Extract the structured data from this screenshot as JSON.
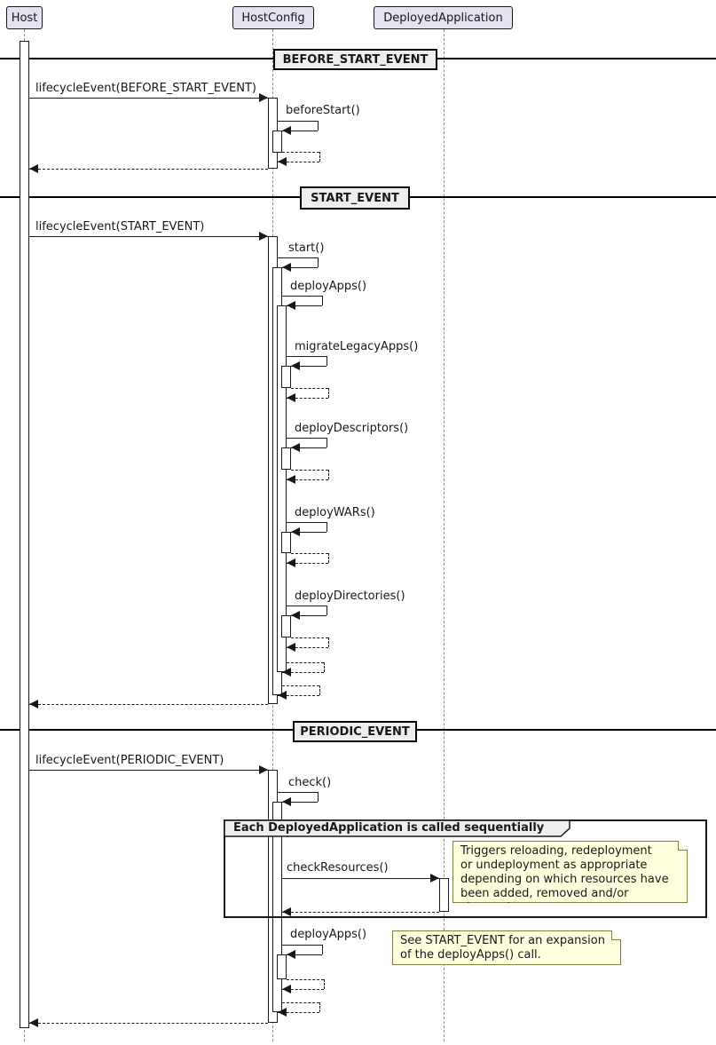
{
  "diagram": {
    "participants": [
      {
        "name": "Host"
      },
      {
        "name": "HostConfig"
      },
      {
        "name": "DeployedApplication"
      }
    ],
    "dividers": {
      "before_start": "BEFORE_START_EVENT",
      "start": "START_EVENT",
      "periodic": "PERIODIC_EVENT"
    },
    "messages": {
      "lifecycle_before_start": "lifecycleEvent(BEFORE_START_EVENT)",
      "before_start": "beforeStart()",
      "lifecycle_start": "lifecycleEvent(START_EVENT)",
      "start": "start()",
      "deploy_apps": "deployApps()",
      "migrate_legacy_apps": "migrateLegacyApps()",
      "deploy_descriptors": "deployDescriptors()",
      "deploy_wars": "deployWARs()",
      "deploy_directories": "deployDirectories()",
      "lifecycle_periodic": "lifecycleEvent(PERIODIC_EVENT)",
      "check": "check()",
      "check_resources": "checkResources()",
      "deploy_apps_periodic": "deployApps()"
    },
    "group": {
      "label": "Each DeployedApplication is called sequentially"
    },
    "notes": {
      "check_resources_note": "Triggers reloading, redeployment\nor undeployment as appropriate\ndepending on which resources have\nbeen added, removed and/or changed.",
      "deploy_apps_note": "See START_EVENT for an expansion\nof the deployApps() call."
    },
    "colors": {
      "participant_fill": "#E2E2F0",
      "divider_fill": "#EEEEEE",
      "note_fill": "#FEFFDD",
      "line": "#181818",
      "background": "#FFFFFF"
    }
  }
}
